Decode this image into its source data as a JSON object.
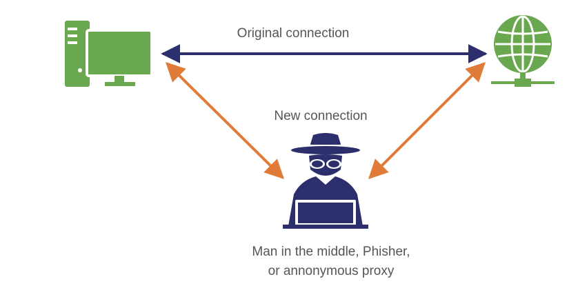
{
  "diagram": {
    "original_connection_label": "Original connection",
    "new_connection_label": "New connection",
    "attacker_label_line1": "Man in the middle, Phisher,",
    "attacker_label_line2": "or annonymous proxy"
  },
  "nodes": [
    {
      "id": "client",
      "icon": "desktop-computer-icon",
      "color": "#6aa84f"
    },
    {
      "id": "server",
      "icon": "globe-network-icon",
      "color": "#6aa84f"
    },
    {
      "id": "attacker",
      "icon": "hacker-icon",
      "color": "#2c2f6b"
    }
  ],
  "edges": [
    {
      "from": "client",
      "to": "server",
      "label": "Original connection",
      "color": "#2c2f6b"
    },
    {
      "from": "client",
      "to": "attacker",
      "color": "#e07b39"
    },
    {
      "from": "attacker",
      "to": "server",
      "color": "#e07b39"
    }
  ]
}
